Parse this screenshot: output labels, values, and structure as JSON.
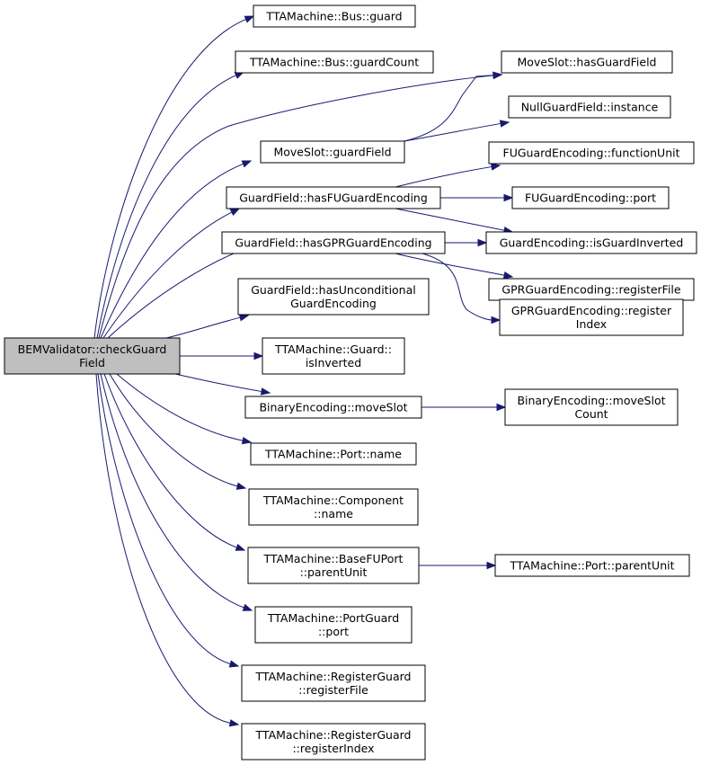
{
  "nodes": [
    {
      "id": "root",
      "lines": [
        "BEMValidator::checkGuard",
        "Field"
      ]
    },
    {
      "id": "n_bus_guard",
      "lines": [
        "TTAMachine::Bus::guard"
      ]
    },
    {
      "id": "n_bus_guardcount",
      "lines": [
        "TTAMachine::Bus::guardCount"
      ]
    },
    {
      "id": "n_moveslot_hasguardfield",
      "lines": [
        "MoveSlot::hasGuardField"
      ]
    },
    {
      "id": "n_nullguardfield_instance",
      "lines": [
        "NullGuardField::instance"
      ]
    },
    {
      "id": "n_moveslot_guardfield",
      "lines": [
        "MoveSlot::guardField"
      ]
    },
    {
      "id": "n_fuge_functionunit",
      "lines": [
        "FUGuardEncoding::functionUnit"
      ]
    },
    {
      "id": "n_gf_hasfuguard",
      "lines": [
        "GuardField::hasFUGuardEncoding"
      ]
    },
    {
      "id": "n_fuge_port",
      "lines": [
        "FUGuardEncoding::port"
      ]
    },
    {
      "id": "n_gf_hasgprguard",
      "lines": [
        "GuardField::hasGPRGuardEncoding"
      ]
    },
    {
      "id": "n_ge_isguardinverted",
      "lines": [
        "GuardEncoding::isGuardInverted"
      ]
    },
    {
      "id": "n_gprge_registerfile",
      "lines": [
        "GPRGuardEncoding::registerFile"
      ]
    },
    {
      "id": "n_gf_hasunconditional",
      "lines": [
        "GuardField::hasUnconditional",
        "GuardEncoding"
      ]
    },
    {
      "id": "n_gprge_registerindex",
      "lines": [
        "GPRGuardEncoding::register",
        "Index"
      ]
    },
    {
      "id": "n_guard_isinverted",
      "lines": [
        "TTAMachine::Guard::",
        "isInverted"
      ]
    },
    {
      "id": "n_be_moveslot",
      "lines": [
        "BinaryEncoding::moveSlot"
      ]
    },
    {
      "id": "n_be_moveslotcount",
      "lines": [
        "BinaryEncoding::moveSlot",
        "Count"
      ]
    },
    {
      "id": "n_port_name",
      "lines": [
        "TTAMachine::Port::name"
      ]
    },
    {
      "id": "n_component_name",
      "lines": [
        "TTAMachine::Component",
        "::name"
      ]
    },
    {
      "id": "n_basefuport_parentunit",
      "lines": [
        "TTAMachine::BaseFUPort",
        "::parentUnit"
      ]
    },
    {
      "id": "n_port_parentunit",
      "lines": [
        "TTAMachine::Port::parentUnit"
      ]
    },
    {
      "id": "n_portguard_port",
      "lines": [
        "TTAMachine::PortGuard",
        "::port"
      ]
    },
    {
      "id": "n_regguard_registerfile",
      "lines": [
        "TTAMachine::RegisterGuard",
        "::registerFile"
      ]
    },
    {
      "id": "n_regguard_registerindex",
      "lines": [
        "TTAMachine::RegisterGuard",
        "::registerIndex"
      ]
    }
  ],
  "edges": [
    {
      "from": "root",
      "to": "n_bus_guard"
    },
    {
      "from": "root",
      "to": "n_bus_guardcount"
    },
    {
      "from": "root",
      "to": "n_moveslot_hasguardfield"
    },
    {
      "from": "root",
      "to": "n_moveslot_guardfield"
    },
    {
      "from": "root",
      "to": "n_gf_hasfuguard"
    },
    {
      "from": "root",
      "to": "n_gf_hasgprguard"
    },
    {
      "from": "root",
      "to": "n_gf_hasunconditional"
    },
    {
      "from": "root",
      "to": "n_guard_isinverted"
    },
    {
      "from": "root",
      "to": "n_be_moveslot"
    },
    {
      "from": "root",
      "to": "n_port_name"
    },
    {
      "from": "root",
      "to": "n_component_name"
    },
    {
      "from": "root",
      "to": "n_basefuport_parentunit"
    },
    {
      "from": "root",
      "to": "n_portguard_port"
    },
    {
      "from": "root",
      "to": "n_regguard_registerfile"
    },
    {
      "from": "root",
      "to": "n_regguard_registerindex"
    },
    {
      "from": "n_moveslot_guardfield",
      "to": "n_moveslot_hasguardfield"
    },
    {
      "from": "n_moveslot_guardfield",
      "to": "n_nullguardfield_instance"
    },
    {
      "from": "n_gf_hasfuguard",
      "to": "n_fuge_functionunit"
    },
    {
      "from": "n_gf_hasfuguard",
      "to": "n_fuge_port"
    },
    {
      "from": "n_gf_hasfuguard",
      "to": "n_ge_isguardinverted"
    },
    {
      "from": "n_gf_hasgprguard",
      "to": "n_ge_isguardinverted"
    },
    {
      "from": "n_gf_hasgprguard",
      "to": "n_gprge_registerfile"
    },
    {
      "from": "n_gf_hasgprguard",
      "to": "n_gprge_registerindex"
    },
    {
      "from": "n_be_moveslot",
      "to": "n_be_moveslotcount"
    },
    {
      "from": "n_basefuport_parentunit",
      "to": "n_port_parentunit"
    }
  ],
  "colors": {
    "edge": "#191970",
    "root_fill": "#bfbfbf",
    "node_fill": "#ffffff",
    "node_border": "#000000"
  }
}
